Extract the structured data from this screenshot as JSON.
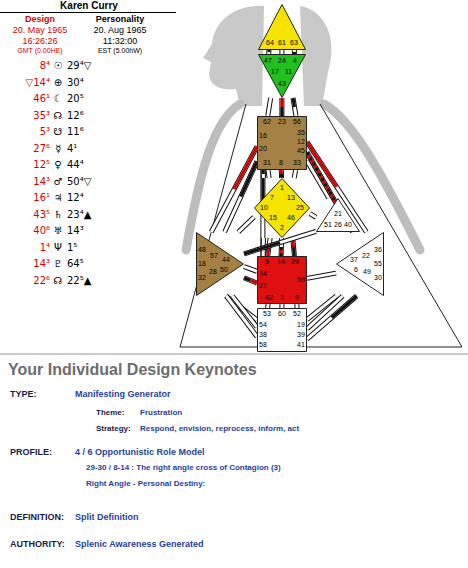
{
  "diagram": {
    "title": "Karen Curry",
    "nodes": [
      {
        "text": [
          "64",
          "61",
          "63"
        ]
      },
      {
        "text": [
          "47",
          "24",
          "4",
          "17",
          "11",
          "43"
        ]
      },
      {
        "text": [
          "62",
          "23",
          "56",
          "16",
          "20",
          "35",
          "12",
          "45",
          "31",
          "8",
          "33"
        ]
      },
      {
        "text": [
          "1",
          "7",
          "13",
          "10",
          "25",
          "15",
          "46",
          "2"
        ]
      },
      {
        "text": [
          "21",
          "51",
          "26",
          "40"
        ]
      },
      {
        "text": [
          "48",
          "57",
          "44",
          "50",
          "18",
          "28",
          "32"
        ]
      },
      {
        "text": [
          "5",
          "14",
          "29",
          "34",
          "27",
          "59",
          "42",
          "3",
          "9"
        ]
      },
      {
        "text": [
          "36",
          "22",
          "37",
          "6",
          "55",
          "49",
          "30"
        ]
      },
      {
        "text": [
          "53",
          "60",
          "52",
          "54",
          "38",
          "58",
          "19",
          "39",
          "41"
        ]
      }
    ],
    "edges": [
      {
        "from": 0,
        "to": 1,
        "arrow": "none"
      },
      {
        "from": 0,
        "to": 1,
        "arrow": "none"
      },
      {
        "from": 0,
        "to": 1,
        "arrow": "none"
      },
      {
        "from": 1,
        "to": 2,
        "arrow": "none"
      },
      {
        "from": 1,
        "to": 2,
        "arrow": "none"
      },
      {
        "from": 1,
        "to": 2,
        "arrow": "none"
      },
      {
        "from": 2,
        "to": 5,
        "arrow": "none"
      },
      {
        "from": 2,
        "to": 5,
        "arrow": "none"
      },
      {
        "from": 2,
        "to": 6,
        "arrow": "none"
      },
      {
        "from": 2,
        "to": 3,
        "arrow": "none"
      },
      {
        "from": 2,
        "to": 3,
        "arrow": "none"
      },
      {
        "from": 2,
        "to": 3,
        "arrow": "none"
      },
      {
        "from": 2,
        "to": 3,
        "arrow": "none"
      },
      {
        "from": 2,
        "to": 4,
        "arrow": "none"
      },
      {
        "from": 2,
        "to": 7,
        "arrow": "none"
      },
      {
        "from": 2,
        "to": 7,
        "arrow": "none"
      },
      {
        "from": 3,
        "to": 4,
        "arrow": "none"
      },
      {
        "from": 3,
        "to": 5,
        "arrow": "none"
      },
      {
        "from": 3,
        "to": 6,
        "arrow": "none"
      },
      {
        "from": 3,
        "to": 6,
        "arrow": "none"
      },
      {
        "from": 3,
        "to": 6,
        "arrow": "none"
      },
      {
        "from": 3,
        "to": 6,
        "arrow": "none"
      },
      {
        "from": 4,
        "to": 5,
        "arrow": "none"
      },
      {
        "from": 4,
        "to": 7,
        "arrow": "none"
      },
      {
        "from": 5,
        "to": 6,
        "arrow": "none"
      },
      {
        "from": 5,
        "to": 6,
        "arrow": "none"
      },
      {
        "from": 5,
        "to": 8,
        "arrow": "none"
      },
      {
        "from": 5,
        "to": 8,
        "arrow": "none"
      },
      {
        "from": 5,
        "to": 8,
        "arrow": "none"
      },
      {
        "from": 6,
        "to": 7,
        "arrow": "none"
      },
      {
        "from": 6,
        "to": 8,
        "arrow": "none"
      },
      {
        "from": 6,
        "to": 8,
        "arrow": "none"
      },
      {
        "from": 6,
        "to": 8,
        "arrow": "none"
      },
      {
        "from": 7,
        "to": 8,
        "arrow": "none"
      },
      {
        "from": 7,
        "to": 8,
        "arrow": "none"
      },
      {
        "from": 7,
        "to": 8,
        "arrow": "none"
      }
    ],
    "labels": [
      "Design",
      "Personality",
      "20. May 1965",
      "20. Aug 1965",
      "16:26:26",
      "11:32:00",
      "GMT (0.00HE)",
      "EST (5.00hW)",
      "8⁴",
      "☉",
      "29⁴▽",
      "▽14⁴",
      "⊕",
      "30⁴",
      "46¹",
      "☾",
      "20⁵",
      "35³",
      "☊",
      "12⁶",
      "5³",
      "☋",
      "11⁶",
      "27⁶",
      "☿",
      "4¹",
      "12⁵",
      "♀",
      "44⁴",
      "14³",
      "♂",
      "50⁴▽",
      "16¹",
      "♃",
      "12⁴",
      "43⁵",
      "♄",
      "23⁴▲",
      "40⁶",
      "♅",
      "14³",
      "1⁴",
      "Ψ",
      "1⁵",
      "14³",
      "♇",
      "64⁵",
      "22⁶",
      "☊",
      "22⁵▲",
      "Your Individual Design Keynotes",
      "TYPE:",
      "Manifesting Generator",
      "Theme:",
      "Frustration",
      "Strategy:",
      "Respond, envision, reprocess, inform, act",
      "PROFILE:",
      "4 / 6 Opportunistic Role Model",
      "29-30 / 8-14 : The right angle cross of Contagion (3)",
      "Right Angle - Personal Destiny:",
      "DEFINITION:",
      "Split Definition",
      "AUTHORITY:",
      "Splenic Awareness Generated"
    ]
  }
}
